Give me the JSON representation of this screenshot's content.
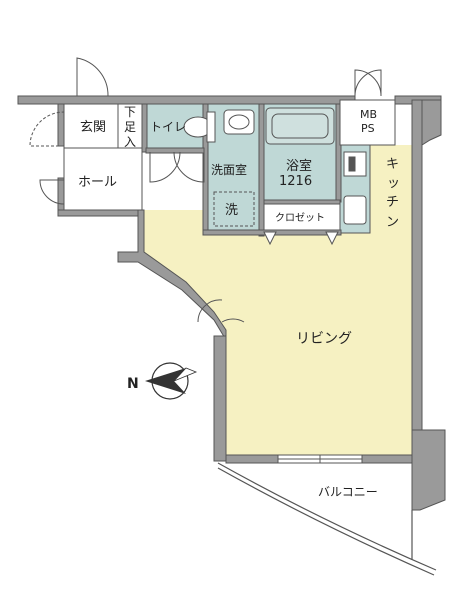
{
  "rooms": {
    "genkan": "玄関",
    "shoe_top": "下",
    "shoe_mid": "足",
    "shoe_bot": "入",
    "toilet": "トイレ",
    "washroom": "洗面室",
    "bath": "浴室",
    "bath_size": "1216",
    "mb": "MB",
    "ps": "PS",
    "kitchen": [
      "キ",
      "ッ",
      "チ",
      "ン"
    ],
    "hall": "ホール",
    "washer": "洗",
    "closet": "クロゼット",
    "living": "リビング",
    "balcony": "バルコニー"
  },
  "compass": {
    "north_label": "N"
  },
  "colors": {
    "wall": "#9a9a9a",
    "floor_living": "#f6f1c2",
    "floor_wet": "#bfd8d6",
    "fixture": "#cfe0de"
  }
}
